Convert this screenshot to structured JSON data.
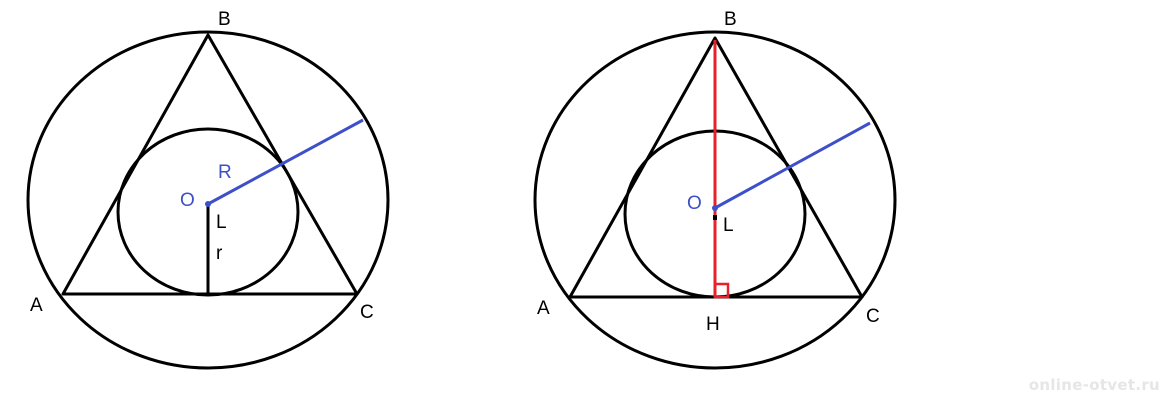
{
  "colors": {
    "stroke": "#000000",
    "accent": "#3d4fc9",
    "highlight": "#e8202a"
  },
  "left_figure": {
    "labels": {
      "A": "A",
      "B": "B",
      "C": "C",
      "O": "O",
      "R": "R",
      "L": "L",
      "r": "r"
    }
  },
  "right_figure": {
    "labels": {
      "A": "A",
      "B": "B",
      "C": "C",
      "O": "O",
      "L": "L",
      "H": "H"
    }
  },
  "watermark": "online-otvet.ru"
}
